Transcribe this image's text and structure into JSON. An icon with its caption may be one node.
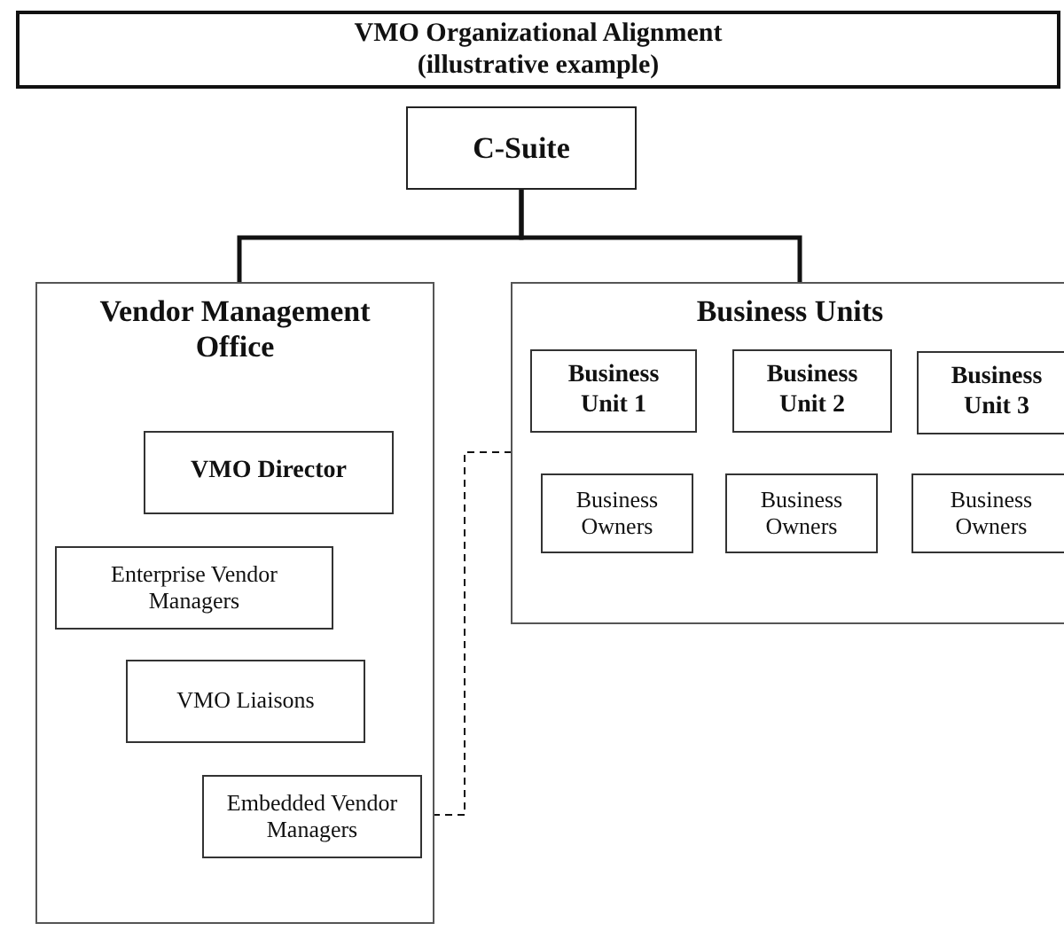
{
  "diagram": {
    "title": "VMO Organizational Alignment (illustrative example)",
    "nodes": [
      {
        "text": [
          "C-Suite"
        ]
      },
      {
        "text": [
          "Vendor Management Office"
        ]
      },
      {
        "text": [
          "VMO Director"
        ],
        "in": 1
      },
      {
        "text": [
          "Enterprise Vendor Managers"
        ],
        "in": 1
      },
      {
        "text": [
          "VMO Liaisons"
        ],
        "in": 1
      },
      {
        "text": [
          "Embedded Vendor Managers"
        ],
        "in": 1
      },
      {
        "text": [
          "Business Units"
        ]
      },
      {
        "text": [
          "Business Unit 1"
        ],
        "in": 6
      },
      {
        "text": [
          "Business Unit 2"
        ],
        "in": 6
      },
      {
        "text": [
          "Business Unit 3"
        ],
        "in": 6
      },
      {
        "text": [
          "Business Owners"
        ],
        "in": 6
      },
      {
        "text": [
          "Business Owners"
        ],
        "in": 6
      },
      {
        "text": [
          "Business Owners"
        ],
        "in": 6
      }
    ],
    "edges": [
      {
        "from": 0,
        "to": 1,
        "arrow": "none"
      },
      {
        "from": 0,
        "to": 6,
        "arrow": "none"
      },
      {
        "from": 5,
        "to": 6,
        "arrow": "none",
        "style": "dashed"
      }
    ]
  }
}
